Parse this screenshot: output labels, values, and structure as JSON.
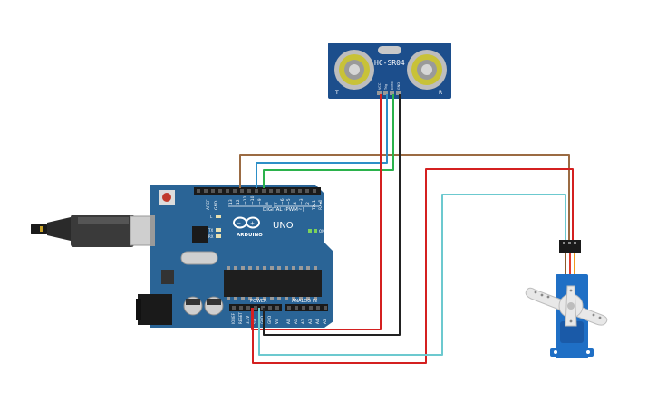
{
  "sensor": {
    "model": "HC-SR04",
    "left_mark": "T",
    "right_mark": "R",
    "pins": [
      "VCC",
      "Trig",
      "Echo",
      "GND"
    ]
  },
  "arduino": {
    "brand": "ARDUINO",
    "model": "UNO",
    "digital_header": "DIGITAL (PWM~)",
    "power_header": "POWER",
    "analog_header": "ANALOG IN",
    "digital_pins": [
      "AREF",
      "GND",
      "13",
      "12",
      "~11",
      "~10",
      "~9",
      "8",
      "7",
      "~6",
      "~5",
      "4",
      "~3",
      "2",
      "TX▸1",
      "RX◂0"
    ],
    "power_pins": [
      "IOREF",
      "RESET",
      "3.3V",
      "5V",
      "GND",
      "GND",
      "Vin"
    ],
    "analog_pins": [
      "A0",
      "A1",
      "A2",
      "A3",
      "A4",
      "A5"
    ],
    "leds": [
      "L",
      "TX",
      "RX"
    ],
    "on_label": "ON"
  },
  "colors": {
    "board": "#2a6496",
    "sensor": "#1c4e8c",
    "wire_brown": "#9b6b43",
    "wire_blue": "#2d8fc7",
    "wire_green": "#2bb24c",
    "wire_red": "#d42020",
    "wire_black": "#222222",
    "wire_cyan": "#6cc9cf",
    "servo": "#1f6fc5"
  }
}
